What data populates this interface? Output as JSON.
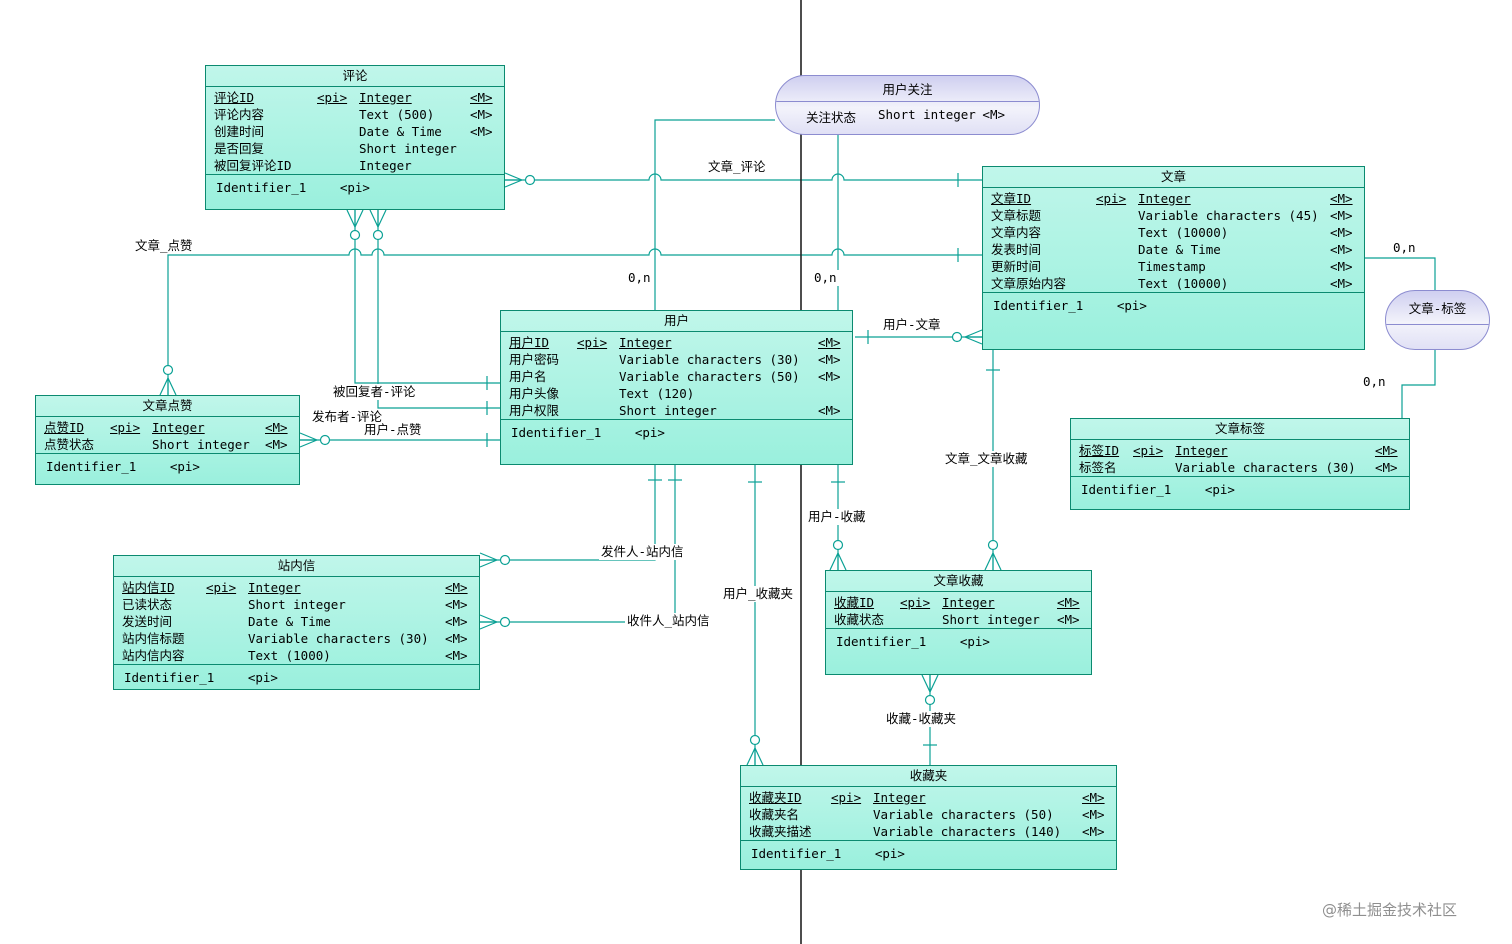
{
  "entities": {
    "comment": {
      "title": "评论",
      "attrs": [
        {
          "pk": true,
          "n": "评论ID",
          "pi": "<pi>",
          "t": "Integer",
          "m": "<M>"
        },
        {
          "n": "评论内容",
          "pi": "",
          "t": "Text (500)",
          "m": "<M>"
        },
        {
          "n": "创建时间",
          "pi": "",
          "t": "Date & Time",
          "m": "<M>"
        },
        {
          "n": "是否回复",
          "pi": "",
          "t": "Short integer",
          "m": ""
        },
        {
          "n": "被回复评论ID",
          "pi": "",
          "t": "Integer",
          "m": ""
        }
      ],
      "id_label": "Identifier_1",
      "id_pi": "<pi>"
    },
    "article": {
      "title": "文章",
      "attrs": [
        {
          "pk": true,
          "n": "文章ID",
          "pi": "<pi>",
          "t": "Integer",
          "m": "<M>"
        },
        {
          "n": "文章标题",
          "pi": "",
          "t": "Variable characters (45)",
          "m": "<M>"
        },
        {
          "n": "文章内容",
          "pi": "",
          "t": "Text (10000)",
          "m": "<M>"
        },
        {
          "n": "发表时间",
          "pi": "",
          "t": "Date & Time",
          "m": "<M>"
        },
        {
          "n": "更新时间",
          "pi": "",
          "t": "Timestamp",
          "m": "<M>"
        },
        {
          "n": "文章原始内容",
          "pi": "",
          "t": "Text (10000)",
          "m": "<M>"
        }
      ],
      "id_label": "Identifier_1",
      "id_pi": "<pi>"
    },
    "user": {
      "title": "用户",
      "attrs": [
        {
          "pk": true,
          "n": "用户ID",
          "pi": "<pi>",
          "t": "Integer",
          "m": "<M>"
        },
        {
          "n": "用户密码",
          "pi": "",
          "t": "Variable characters (30)",
          "m": "<M>"
        },
        {
          "n": "用户名",
          "pi": "",
          "t": "Variable characters (50)",
          "m": "<M>"
        },
        {
          "n": "用户头像",
          "pi": "",
          "t": "Text (120)",
          "m": ""
        },
        {
          "n": "用户权限",
          "pi": "",
          "t": "Short integer",
          "m": "<M>"
        }
      ],
      "id_label": "Identifier_1",
      "id_pi": "<pi>"
    },
    "like": {
      "title": "文章点赞",
      "attrs": [
        {
          "pk": true,
          "n": "点赞ID",
          "pi": "<pi>",
          "t": "Integer",
          "m": "<M>"
        },
        {
          "n": "点赞状态",
          "pi": "",
          "t": "Short integer",
          "m": "<M>"
        }
      ],
      "id_label": "Identifier_1",
      "id_pi": "<pi>"
    },
    "message": {
      "title": "站内信",
      "attrs": [
        {
          "pk": true,
          "n": "站内信ID",
          "pi": "<pi>",
          "t": "Integer",
          "m": "<M>"
        },
        {
          "n": "已读状态",
          "pi": "",
          "t": "Short integer",
          "m": "<M>"
        },
        {
          "n": "发送时间",
          "pi": "",
          "t": "Date & Time",
          "m": "<M>"
        },
        {
          "n": "站内信标题",
          "pi": "",
          "t": "Variable characters (30)",
          "m": "<M>"
        },
        {
          "n": "站内信内容",
          "pi": "",
          "t": "Text (1000)",
          "m": "<M>"
        }
      ],
      "id_label": "Identifier_1",
      "id_pi": "<pi>"
    },
    "tag": {
      "title": "文章标签",
      "attrs": [
        {
          "pk": true,
          "n": "标签ID",
          "pi": "<pi>",
          "t": "Integer",
          "m": "<M>"
        },
        {
          "n": "标签名",
          "pi": "",
          "t": "Variable characters (30)",
          "m": "<M>"
        }
      ],
      "id_label": "Identifier_1",
      "id_pi": "<pi>"
    },
    "favorite": {
      "title": "文章收藏",
      "attrs": [
        {
          "pk": true,
          "n": "收藏ID",
          "pi": "<pi>",
          "t": "Integer",
          "m": "<M>"
        },
        {
          "n": "收藏状态",
          "pi": "",
          "t": "Short integer",
          "m": "<M>"
        }
      ],
      "id_label": "Identifier_1",
      "id_pi": "<pi>"
    },
    "folder": {
      "title": "收藏夹",
      "attrs": [
        {
          "pk": true,
          "n": "收藏夹ID",
          "pi": "<pi>",
          "t": "Integer",
          "m": "<M>"
        },
        {
          "n": "收藏夹名",
          "pi": "",
          "t": "Variable characters (50)",
          "m": "<M>"
        },
        {
          "n": "收藏夹描述",
          "pi": "",
          "t": "Variable characters (140)",
          "m": "<M>"
        }
      ],
      "id_label": "Identifier_1",
      "id_pi": "<pi>"
    }
  },
  "associations": {
    "user_follow": {
      "title": "用户关注",
      "attr_name": "关注状态",
      "attr_type": "Short integer",
      "attr_m": "<M>"
    },
    "article_tag": {
      "title": "文章-标签"
    }
  },
  "labels": {
    "article_comment": "文章_评论",
    "article_like": "文章_点赞",
    "replied_comment": "被回复者-评论",
    "publisher_comment": "发布者-评论",
    "user_like": "用户-点赞",
    "user_article": "用户-文章",
    "article_favorite": "文章_文章收藏",
    "user_favorite": "用户-收藏",
    "user_folder": "用户_收藏夹",
    "sender_message": "发件人-站内信",
    "receiver_message": "收件人_站内信",
    "favorite_folder": "收藏-收藏夹"
  },
  "cardinality": {
    "follow_a": "0,n",
    "follow_b": "0,n",
    "tag_a": "0,n",
    "tag_b": "0,n"
  },
  "watermark": "@稀土掘金技术社区"
}
